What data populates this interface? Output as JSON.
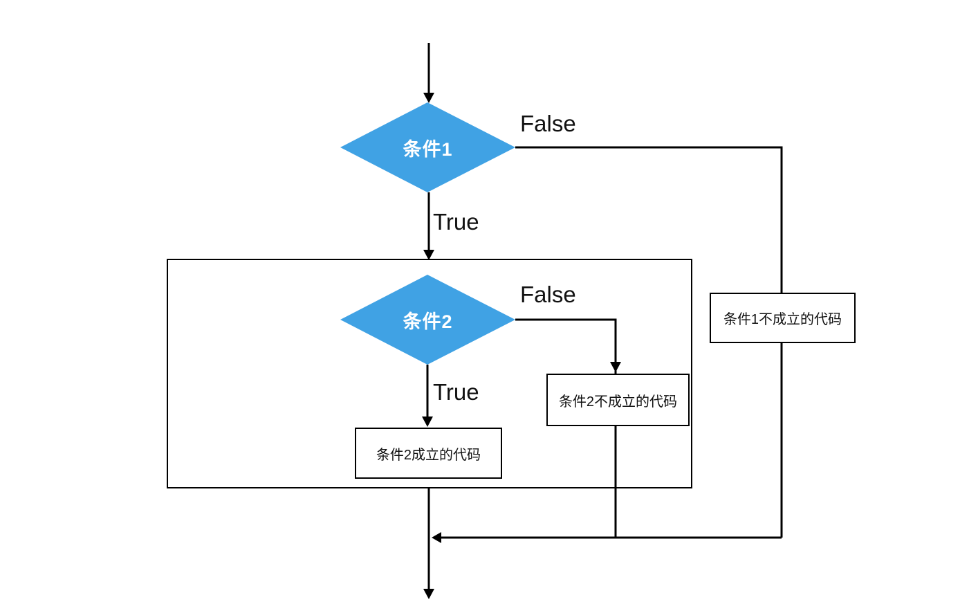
{
  "diagram": {
    "condition1_label": "条件1",
    "condition2_label": "条件2",
    "branch_true1": "True",
    "branch_false1": "False",
    "branch_true2": "True",
    "branch_false2": "False",
    "box_condition1_false": "条件1不成立的代码",
    "box_condition2_false": "条件2不成立的代码",
    "box_condition2_true": "条件2成立的代码",
    "colors": {
      "diamond_fill": "#40a2e4",
      "line_color": "#000000",
      "box_border": "#000000",
      "text_color": "#111111",
      "diamond_text_color": "#ffffff",
      "background": "#ffffff"
    }
  }
}
